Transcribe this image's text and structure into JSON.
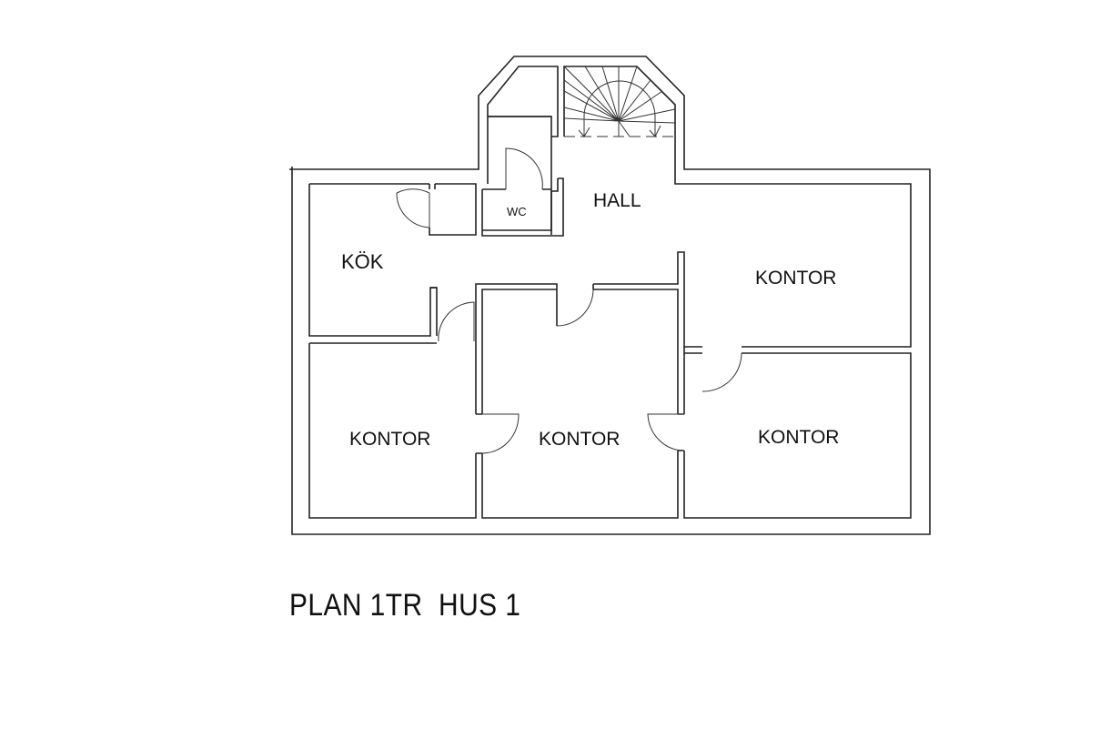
{
  "rooms": {
    "hall": "HALL",
    "wc": "WC",
    "kitchen": "KÖK",
    "office_top_right": "KONTOR",
    "office_bottom_left": "KONTOR",
    "office_center": "KONTOR",
    "office_bottom_right": "KONTOR"
  },
  "title": "PLAN 1TR  HUS 1"
}
